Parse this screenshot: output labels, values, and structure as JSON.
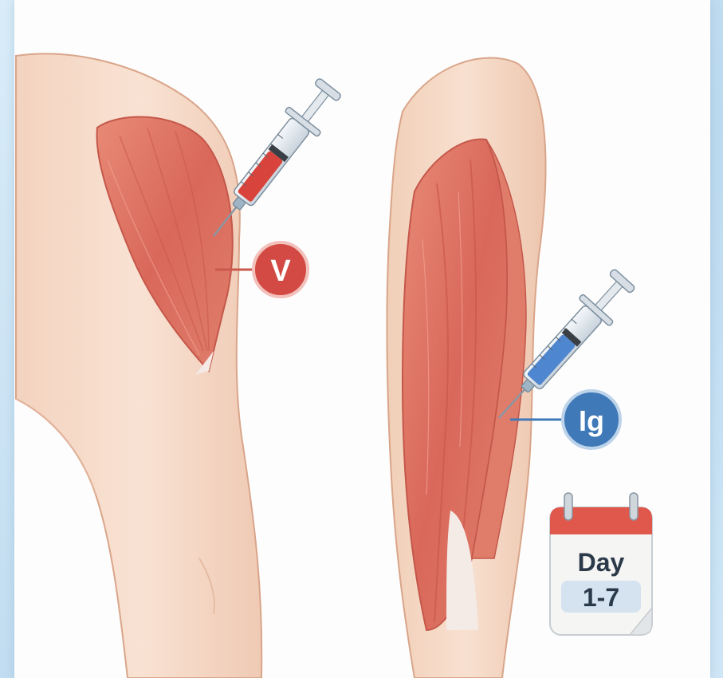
{
  "illustration": {
    "vaccine_badge": {
      "label": "V",
      "color": "#d24a43"
    },
    "immunoglobulin_badge": {
      "label": "Ig",
      "color": "#3f79b8"
    },
    "syringe_left": {
      "fluid_color": "#d8443c",
      "icon": "syringe-icon"
    },
    "syringe_right": {
      "fluid_color": "#4f86d0",
      "icon": "syringe-icon"
    },
    "calendar": {
      "icon": "calendar-icon",
      "header_color": "#e0574c",
      "title": "Day",
      "range": "1-7"
    }
  }
}
